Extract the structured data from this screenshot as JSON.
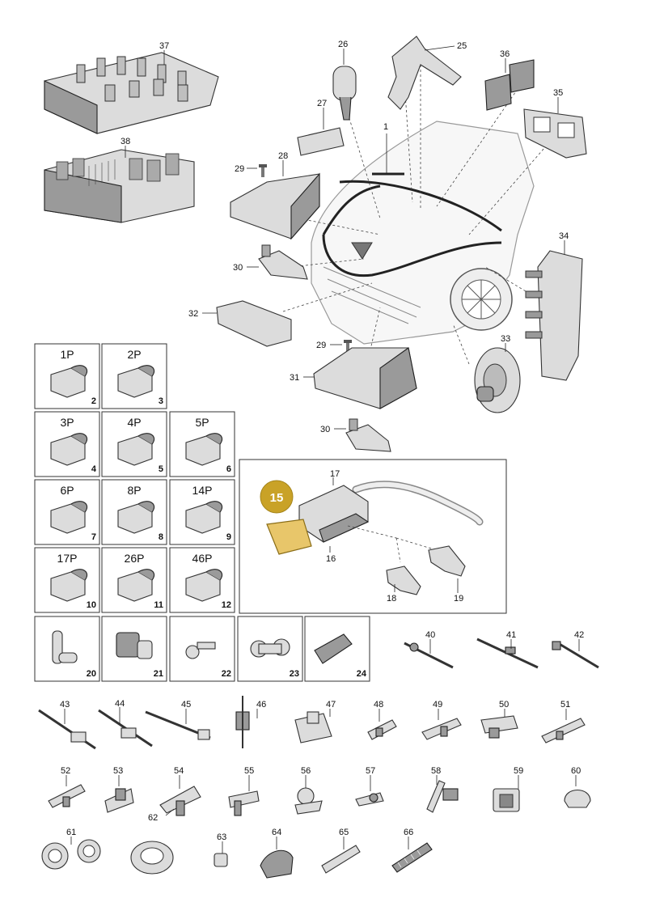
{
  "callouts": {
    "p1": "1",
    "p16": "16",
    "p17": "17",
    "p18": "18",
    "p19": "19",
    "p25": "25",
    "p26": "26",
    "p27": "27",
    "p28": "28",
    "p29a": "29",
    "p29b": "29",
    "p30a": "30",
    "p30b": "30",
    "p31": "31",
    "p32": "32",
    "p33": "33",
    "p34": "34",
    "p35": "35",
    "p36": "36",
    "p37": "37",
    "p38": "38",
    "p40": "40",
    "p41": "41",
    "p42": "42",
    "p43": "43",
    "p44": "44",
    "p45": "45",
    "p46": "46",
    "p47": "47",
    "p48": "48",
    "p49": "49",
    "p50": "50",
    "p51": "51",
    "p52": "52",
    "p53": "53",
    "p54": "54",
    "p55": "55",
    "p56": "56",
    "p57": "57",
    "p58": "58",
    "p59": "59",
    "p60": "60",
    "p61": "61",
    "p62": "62",
    "p63": "63",
    "p64": "64",
    "p65": "65",
    "p66": "66"
  },
  "highlight_badge": {
    "number": "15",
    "color": "#c9a227"
  },
  "connector_boxes": [
    {
      "label": "1P",
      "number": "2"
    },
    {
      "label": "2P",
      "number": "3"
    },
    {
      "label": "3P",
      "number": "4"
    },
    {
      "label": "4P",
      "number": "5"
    },
    {
      "label": "5P",
      "number": "6"
    },
    {
      "label": "6P",
      "number": "7"
    },
    {
      "label": "8P",
      "number": "8"
    },
    {
      "label": "14P",
      "number": "9"
    },
    {
      "label": "17P",
      "number": "10"
    },
    {
      "label": "26P",
      "number": "11"
    },
    {
      "label": "46P",
      "number": "12"
    }
  ],
  "fitting_boxes": [
    {
      "number": "20"
    },
    {
      "number": "21"
    },
    {
      "number": "22"
    },
    {
      "number": "23"
    },
    {
      "number": "24"
    }
  ]
}
